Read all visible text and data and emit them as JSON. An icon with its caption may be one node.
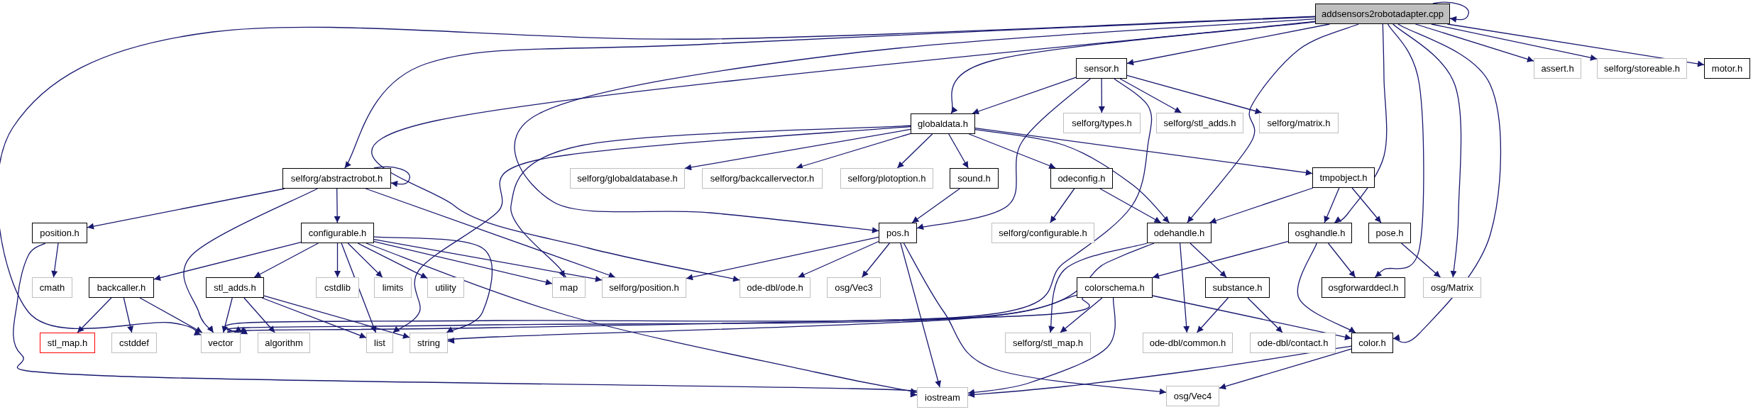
{
  "diagram": {
    "nodes": [
      {
        "text": [
          "addsensors2robotadapter.cpp"
        ]
      },
      {
        "text": [
          "selforg/abstractrobot.h"
        ]
      },
      {
        "text": [
          "sensor.h"
        ]
      },
      {
        "text": [
          "assert.h"
        ]
      },
      {
        "text": [
          "selforg/storeable.h"
        ]
      },
      {
        "text": [
          "motor.h"
        ]
      },
      {
        "text": [
          "globaldata.h"
        ]
      },
      {
        "text": [
          "selforg/types.h"
        ]
      },
      {
        "text": [
          "selforg/stl_adds.h"
        ]
      },
      {
        "text": [
          "selforg/matrix.h"
        ]
      },
      {
        "text": [
          "selforg/globaldatabase.h"
        ]
      },
      {
        "text": [
          "selforg/backcallervector.h"
        ]
      },
      {
        "text": [
          "selforg/plotoption.h"
        ]
      },
      {
        "text": [
          "sound.h"
        ]
      },
      {
        "text": [
          "odeconfig.h"
        ]
      },
      {
        "text": [
          "tmpobject.h"
        ]
      },
      {
        "text": [
          "position.h"
        ]
      },
      {
        "text": [
          "configurable.h"
        ]
      },
      {
        "text": [
          "pos.h"
        ]
      },
      {
        "text": [
          "selforg/configurable.h"
        ]
      },
      {
        "text": [
          "odehandle.h"
        ]
      },
      {
        "text": [
          "osghandle.h"
        ]
      },
      {
        "text": [
          "pose.h"
        ]
      },
      {
        "text": [
          "cmath"
        ]
      },
      {
        "text": [
          "backcaller.h"
        ]
      },
      {
        "text": [
          "stl_adds.h"
        ]
      },
      {
        "text": [
          "cstdlib"
        ]
      },
      {
        "text": [
          "limits"
        ]
      },
      {
        "text": [
          "utility"
        ]
      },
      {
        "text": [
          "map"
        ]
      },
      {
        "text": [
          "selforg/position.h"
        ]
      },
      {
        "text": [
          "ode-dbl/ode.h"
        ]
      },
      {
        "text": [
          "osg/Vec3"
        ]
      },
      {
        "text": [
          "colorschema.h"
        ]
      },
      {
        "text": [
          "substance.h"
        ]
      },
      {
        "text": [
          "osgforwarddecl.h"
        ]
      },
      {
        "text": [
          "osg/Matrix"
        ]
      },
      {
        "text": [
          "stl_map.h"
        ]
      },
      {
        "text": [
          "cstddef"
        ]
      },
      {
        "text": [
          "vector"
        ]
      },
      {
        "text": [
          "algorithm"
        ]
      },
      {
        "text": [
          "list"
        ]
      },
      {
        "text": [
          "string"
        ]
      },
      {
        "text": [
          "selforg/stl_map.h"
        ]
      },
      {
        "text": [
          "ode-dbl/common.h"
        ]
      },
      {
        "text": [
          "ode-dbl/contact.h"
        ]
      },
      {
        "text": [
          "color.h"
        ]
      },
      {
        "text": [
          "iostream"
        ]
      },
      {
        "text": [
          "osg/Vec4"
        ]
      }
    ],
    "edges": [
      {
        "from": 0,
        "to": 0,
        "arrow": "to"
      },
      {
        "from": 0,
        "to": 1,
        "arrow": "to"
      },
      {
        "from": 0,
        "to": 2,
        "arrow": "to"
      },
      {
        "from": 0,
        "to": 3,
        "arrow": "to"
      },
      {
        "from": 0,
        "to": 4,
        "arrow": "to"
      },
      {
        "from": 0,
        "to": 5,
        "arrow": "to"
      },
      {
        "from": 0,
        "to": 6,
        "arrow": "to"
      },
      {
        "from": 0,
        "to": 39,
        "arrow": "to"
      },
      {
        "from": 0,
        "to": 31,
        "arrow": "to"
      },
      {
        "from": 0,
        "to": 18,
        "arrow": "to"
      },
      {
        "from": 0,
        "to": 20,
        "arrow": "to"
      },
      {
        "from": 0,
        "to": 21,
        "arrow": "to"
      },
      {
        "from": 0,
        "to": 35,
        "arrow": "to"
      },
      {
        "from": 0,
        "to": 36,
        "arrow": "to"
      },
      {
        "from": 0,
        "to": 46,
        "arrow": "to"
      },
      {
        "from": 1,
        "to": 1,
        "arrow": "to"
      },
      {
        "from": 1,
        "to": 16,
        "arrow": "to"
      },
      {
        "from": 1,
        "to": 17,
        "arrow": "to"
      },
      {
        "from": 1,
        "to": 39,
        "arrow": "to"
      },
      {
        "from": 1,
        "to": 30,
        "arrow": "to"
      },
      {
        "from": 2,
        "to": 6,
        "arrow": "to"
      },
      {
        "from": 2,
        "to": 7,
        "arrow": "to"
      },
      {
        "from": 2,
        "to": 8,
        "arrow": "to"
      },
      {
        "from": 2,
        "to": 9,
        "arrow": "to"
      },
      {
        "from": 2,
        "to": 18,
        "arrow": "to"
      },
      {
        "from": 2,
        "to": 39,
        "arrow": "to"
      },
      {
        "from": 6,
        "to": 10,
        "arrow": "to"
      },
      {
        "from": 6,
        "to": 11,
        "arrow": "to"
      },
      {
        "from": 6,
        "to": 12,
        "arrow": "to"
      },
      {
        "from": 6,
        "to": 13,
        "arrow": "to"
      },
      {
        "from": 6,
        "to": 14,
        "arrow": "to"
      },
      {
        "from": 6,
        "to": 15,
        "arrow": "to"
      },
      {
        "from": 6,
        "to": 20,
        "arrow": "to"
      },
      {
        "from": 6,
        "to": 29,
        "arrow": "to"
      },
      {
        "from": 6,
        "to": 41,
        "arrow": "to"
      },
      {
        "from": 13,
        "to": 18,
        "arrow": "to"
      },
      {
        "from": 14,
        "to": 19,
        "arrow": "to"
      },
      {
        "from": 14,
        "to": 20,
        "arrow": "to"
      },
      {
        "from": 15,
        "to": 20,
        "arrow": "to"
      },
      {
        "from": 15,
        "to": 21,
        "arrow": "to"
      },
      {
        "from": 15,
        "to": 22,
        "arrow": "to"
      },
      {
        "from": 16,
        "to": 23,
        "arrow": "to"
      },
      {
        "from": 16,
        "to": 47,
        "arrow": "to"
      },
      {
        "from": 17,
        "to": 24,
        "arrow": "to"
      },
      {
        "from": 17,
        "to": 25,
        "arrow": "to"
      },
      {
        "from": 17,
        "to": 26,
        "arrow": "to"
      },
      {
        "from": 17,
        "to": 27,
        "arrow": "to"
      },
      {
        "from": 17,
        "to": 28,
        "arrow": "to"
      },
      {
        "from": 17,
        "to": 29,
        "arrow": "to"
      },
      {
        "from": 17,
        "to": 30,
        "arrow": "to"
      },
      {
        "from": 17,
        "to": 41,
        "arrow": "to"
      },
      {
        "from": 17,
        "to": 42,
        "arrow": "to"
      },
      {
        "from": 17,
        "to": 47,
        "arrow": "to"
      },
      {
        "from": 18,
        "to": 30,
        "arrow": "to"
      },
      {
        "from": 18,
        "to": 31,
        "arrow": "to"
      },
      {
        "from": 18,
        "to": 32,
        "arrow": "to"
      },
      {
        "from": 18,
        "to": 47,
        "arrow": "to"
      },
      {
        "from": 18,
        "to": 48,
        "arrow": "to"
      },
      {
        "from": 20,
        "to": 39,
        "arrow": "to"
      },
      {
        "from": 20,
        "to": 43,
        "arrow": "to"
      },
      {
        "from": 20,
        "to": 44,
        "arrow": "to"
      },
      {
        "from": 20,
        "to": 34,
        "arrow": "to"
      },
      {
        "from": 21,
        "to": 33,
        "arrow": "to"
      },
      {
        "from": 21,
        "to": 35,
        "arrow": "to"
      },
      {
        "from": 21,
        "to": 46,
        "arrow": "to"
      },
      {
        "from": 22,
        "to": 36,
        "arrow": "to"
      },
      {
        "from": 24,
        "to": 37,
        "arrow": "to"
      },
      {
        "from": 24,
        "to": 38,
        "arrow": "to"
      },
      {
        "from": 24,
        "to": 39,
        "arrow": "to"
      },
      {
        "from": 25,
        "to": 39,
        "arrow": "to"
      },
      {
        "from": 25,
        "to": 40,
        "arrow": "to"
      },
      {
        "from": 25,
        "to": 41,
        "arrow": "to"
      },
      {
        "from": 25,
        "to": 42,
        "arrow": "to"
      },
      {
        "from": 33,
        "to": 39,
        "arrow": "to"
      },
      {
        "from": 33,
        "to": 42,
        "arrow": "to"
      },
      {
        "from": 33,
        "to": 43,
        "arrow": "to"
      },
      {
        "from": 33,
        "to": 47,
        "arrow": "to"
      },
      {
        "from": 33,
        "to": 46,
        "arrow": "to"
      },
      {
        "from": 34,
        "to": 44,
        "arrow": "to"
      },
      {
        "from": 34,
        "to": 45,
        "arrow": "to"
      },
      {
        "from": 46,
        "to": 47,
        "arrow": "to"
      },
      {
        "from": 46,
        "to": 48,
        "arrow": "to"
      }
    ]
  }
}
